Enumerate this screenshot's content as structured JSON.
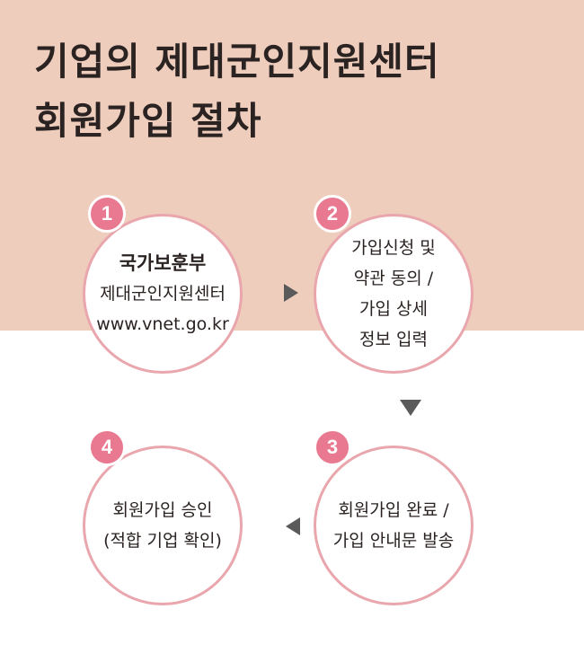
{
  "title": {
    "line1": "기업의 제대군인지원센터",
    "line2": "회원가입 절차"
  },
  "steps": [
    {
      "number": "1",
      "lines": [
        "국가보훈부",
        "제대군인지원센터",
        "www.vnet.go.kr"
      ]
    },
    {
      "number": "2",
      "lines": [
        "가입신청 및",
        "약관 동의 /",
        "가입 상세",
        "정보 입력"
      ]
    },
    {
      "number": "3",
      "lines": [
        "회원가입 완료 /",
        "가입 안내문 발송"
      ]
    },
    {
      "number": "4",
      "lines": [
        "회원가입 승인",
        "(적합 기업 확인)"
      ]
    }
  ],
  "colors": {
    "top_background": "#efcdbd",
    "circle_border": "#e9a6ad",
    "badge": "#e97990",
    "arrow": "#5a5a5a",
    "text": "#2a2322"
  },
  "icons": [
    "triangle-right-icon",
    "triangle-down-icon",
    "triangle-left-icon"
  ]
}
